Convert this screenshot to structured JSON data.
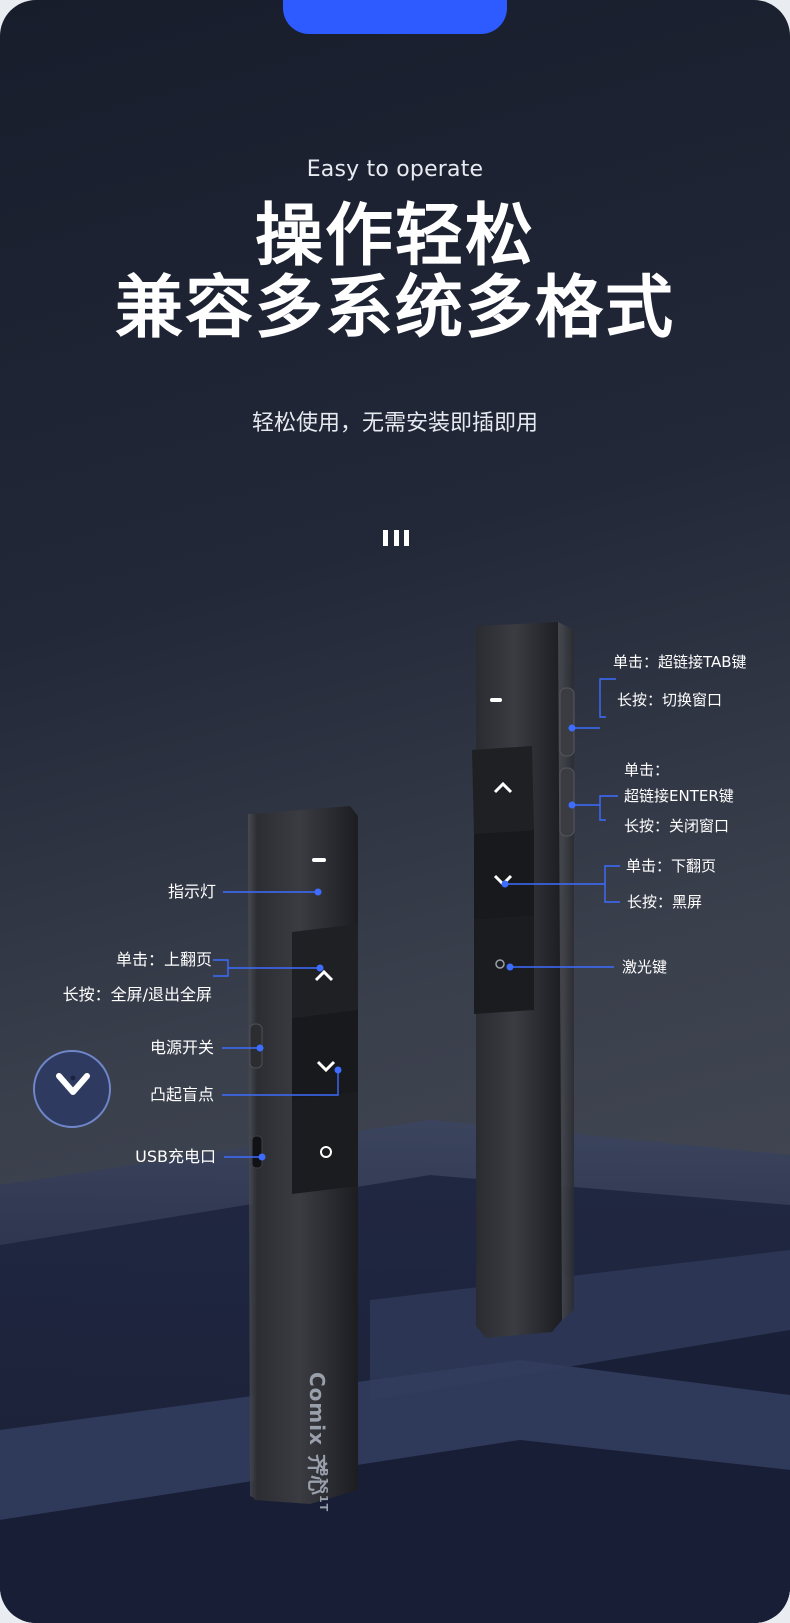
{
  "header": {
    "subtitle_en": "Easy to operate",
    "title_line1": "操作轻松",
    "title_line2": "兼容多系统多格式",
    "tagline": "轻松使用，无需安装即插即用"
  },
  "left_device": {
    "labels": {
      "indicator": "指示灯",
      "up_single": "单击：上翻页",
      "up_long": "长按：全屏/退出全屏",
      "power": "电源开关",
      "bump": "凸起盲点",
      "usb": "USB充电口"
    },
    "brand": "Comix 齐心",
    "model": "B1S1T"
  },
  "right_device": {
    "labels": {
      "tab_single": "单击：超链接TAB键",
      "tab_long": "长按：切换窗口",
      "enter_single": "单击：",
      "enter_single2": "超链接ENTER键",
      "enter_long": "长按：关闭窗口",
      "down_single": "单击：下翻页",
      "down_long": "长按：黑屏",
      "laser": "激光键"
    }
  },
  "colors": {
    "accent": "#2d5bff",
    "line": "#3d6cff",
    "title": "#ffffff"
  },
  "icons": [
    "menu-bars-icon",
    "chevron-up-icon",
    "chevron-down-icon",
    "laser-icon",
    "blind-dot-chevron-icon"
  ]
}
